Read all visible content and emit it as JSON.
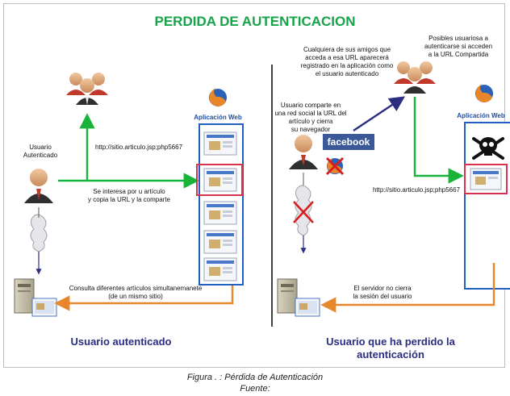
{
  "title": "PERDIDA DE AUTENTICACION",
  "left": {
    "app_label": "Aplicación Web",
    "user_label": [
      "Usuario",
      "Autenticado"
    ],
    "url": "http://sitio.articulo.jsp;php5667",
    "share_note": [
      "Se interesa por u artículo",
      "y copia la URL y la comparte"
    ],
    "consult_note": [
      "Consulta diferentes artículos simultanemanete",
      "(de un mismo sitio)"
    ],
    "footer": "Usuario autenticado"
  },
  "right": {
    "app_label": "Aplicación Web",
    "friends_note": [
      "Cualquiera de sus amigos que",
      "acceda a esa URL aparecerá",
      "registrado en la aplicación como",
      "el usuario autenticado"
    ],
    "possible_note": [
      "Posibles usuariosa a",
      "autenticarse si acceden",
      "a la URL Compartida"
    ],
    "share_note": [
      "Usuario comparte en",
      "una red social la URL del",
      "artículo y cierra",
      "su navegador"
    ],
    "facebook": "facebook",
    "url": "http://sitio.articulo.jsp;php5667",
    "server_note": [
      "El servidor no cierra",
      "la sesión del usuario"
    ],
    "footer": [
      "Usuario que ha perdido la",
      "autenticación"
    ]
  },
  "caption": {
    "line1": "Figura .   : Pérdida de Autenticación",
    "line2": "Fuente:"
  },
  "colors": {
    "title": "#17a34a",
    "green_arrow": "#19b33a",
    "navy_arrow": "#2a2e80",
    "orange_arrow": "#e8862a",
    "app_border": "#1e5fbf",
    "highlight": "#d6334f",
    "footer_text": "#2a2e80",
    "facebook": "#3b5998"
  },
  "icons": [
    "user-icon",
    "user-group-icon",
    "firefox-icon",
    "server-icon",
    "cloud-icon",
    "skull-icon",
    "facebook-logo",
    "red-x-icon"
  ]
}
